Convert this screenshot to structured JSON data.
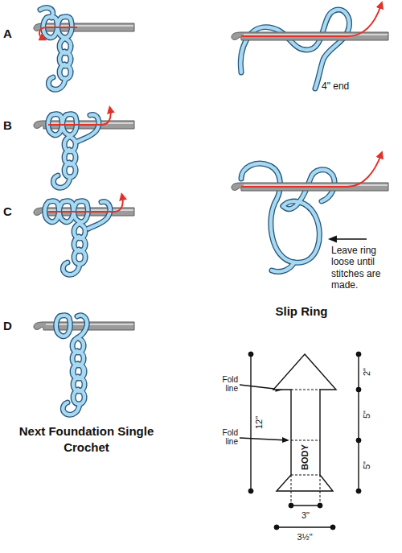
{
  "diagram": {
    "nodes": [
      {
        "text": [
          "BODY"
        ]
      }
    ],
    "labels": [
      "A",
      "B",
      "C",
      "D",
      "4\" end",
      "Leave ring loose until stitches are made.",
      "Slip Ring",
      "Next Foundation Single Crochet",
      "Fold line",
      "Fold line",
      "12\"",
      "2\"",
      "5\"",
      "5\"",
      "3\"",
      "3½\""
    ]
  }
}
